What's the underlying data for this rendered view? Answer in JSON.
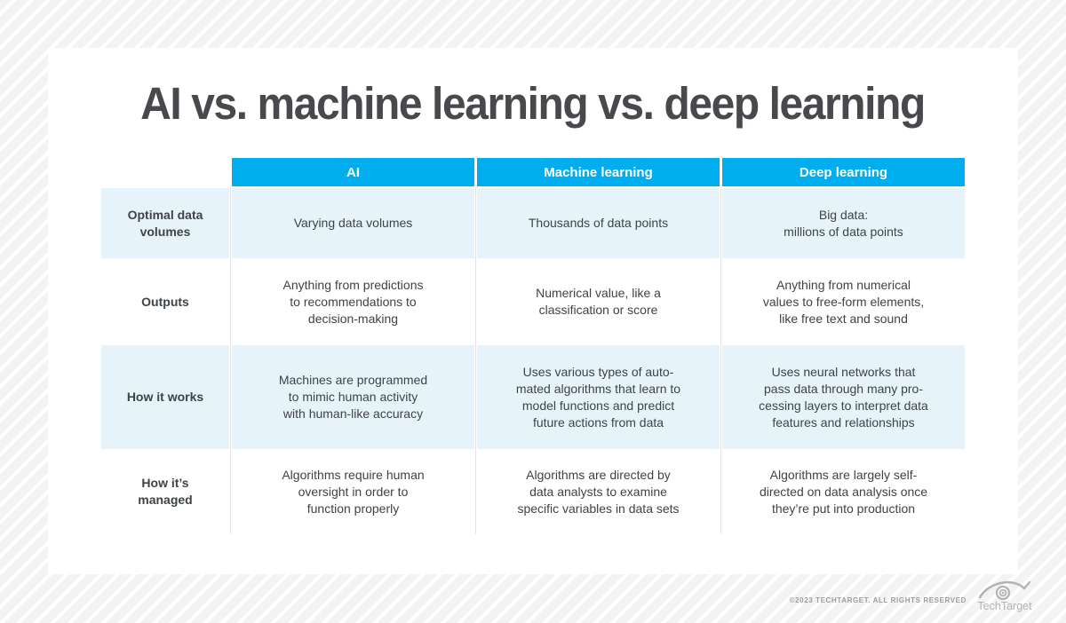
{
  "title": "AI vs. machine learning vs. deep learning",
  "table": {
    "columns": [
      "AI",
      "Machine learning",
      "Deep learning"
    ],
    "rows": [
      {
        "label": "Optimal data\nvolumes",
        "cells": [
          "Varying data volumes",
          "Thousands of data points",
          "Big data:\nmillions of data points"
        ]
      },
      {
        "label": "Outputs",
        "cells": [
          "Anything from predictions\nto recommendations to\ndecision-making",
          "Numerical value, like a\nclassification or score",
          "Anything from numerical\nvalues to free-form elements,\nlike free text and sound"
        ]
      },
      {
        "label": "How it works",
        "cells": [
          "Machines are programmed\nto mimic human activity\nwith human-like accuracy",
          "Uses various types of auto-\nmated algorithms that learn to\nmodel functions and predict\nfuture actions from data",
          "Uses neural networks that\npass data through many pro-\ncessing layers to interpret data\nfeatures and relationships"
        ]
      },
      {
        "label": "How it’s\nmanaged",
        "cells": [
          "Algorithms require human\noversight in order to\nfunction properly",
          "Algorithms are directed by\ndata analysts to examine\nspecific variables in data sets",
          "Algorithms are largely self-\ndirected on data analysis once\nthey’re put into production"
        ]
      }
    ]
  },
  "footer": {
    "copyright": "©2023 TechTarget. All rights reserved",
    "logo_text": "TechTarget",
    "logo_icon": "eye-target-icon"
  },
  "colors": {
    "header_bg": "#00aeef",
    "row_alt_bg": "#e7f3fb",
    "card_bg": "#ffffff",
    "body_text": "#3e4347",
    "title_text": "#47494c",
    "logo_gray": "#b4b4b4"
  }
}
